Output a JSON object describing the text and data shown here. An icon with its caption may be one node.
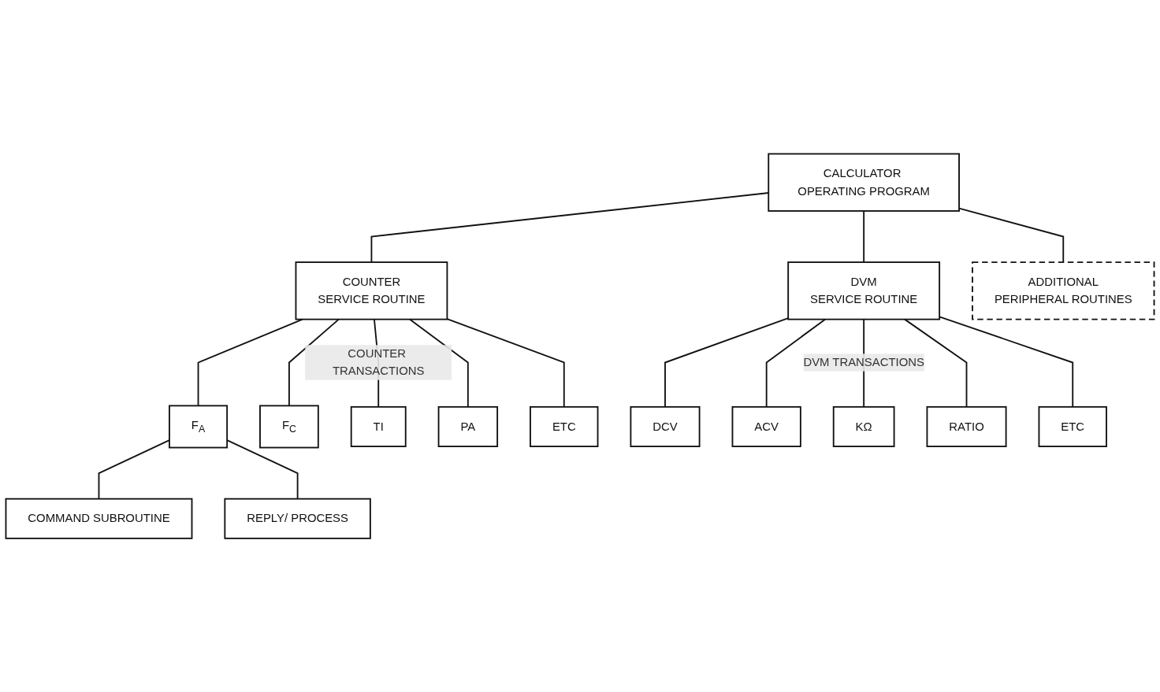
{
  "diagram": {
    "nodes": [
      {
        "text": [
          "CALCULATOR OPERATING PROGRAM"
        ]
      },
      {
        "text": [
          "COUNTER",
          "SERVICE ROUTINE"
        ]
      },
      {
        "text": [
          "DVM",
          "SERVICE ROUTINE"
        ]
      },
      {
        "text": [
          "ADDITIONAL",
          "PERIPHERAL ROUTINES"
        ]
      },
      {
        "text": [
          "F$_{A}$"
        ]
      },
      {
        "text": [
          "F$_{C}$"
        ]
      },
      {
        "text": [
          "TI"
        ]
      },
      {
        "text": [
          "PA"
        ]
      },
      {
        "text": [
          "ETC"
        ]
      },
      {
        "text": [
          "DCV"
        ]
      },
      {
        "text": [
          "ACV"
        ]
      },
      {
        "text": [
          "KΩ"
        ]
      },
      {
        "text": [
          "RATIO"
        ]
      },
      {
        "text": [
          "ETC"
        ]
      },
      {
        "text": [
          "COMMAND SUBROUTINE"
        ]
      },
      {
        "text": [
          "REPLY/ PROCESS"
        ]
      }
    ],
    "edges": [
      {
        "from": 0,
        "to": 1,
        "arrow": "none"
      },
      {
        "from": 0,
        "to": 2,
        "arrow": "none"
      },
      {
        "from": 0,
        "to": 3,
        "arrow": "none"
      },
      {
        "from": 1,
        "to": 4,
        "arrow": "none"
      },
      {
        "from": 1,
        "to": 5,
        "arrow": "none"
      },
      {
        "from": 1,
        "to": 6,
        "arrow": "none",
        "label": "COUNTER TRANSACTIONS"
      },
      {
        "from": 1,
        "to": 7,
        "arrow": "none"
      },
      {
        "from": 1,
        "to": 8,
        "arrow": "none"
      },
      {
        "from": 2,
        "to": 9,
        "arrow": "none"
      },
      {
        "from": 2,
        "to": 10,
        "arrow": "none"
      },
      {
        "from": 2,
        "to": 11,
        "arrow": "none",
        "label": "DVM TRANSACTIONS"
      },
      {
        "from": 2,
        "to": 12,
        "arrow": "none"
      },
      {
        "from": 2,
        "to": 13,
        "arrow": "none"
      },
      {
        "from": 4,
        "to": 14,
        "arrow": "none"
      },
      {
        "from": 4,
        "to": 15,
        "arrow": "none"
      }
    ]
  }
}
